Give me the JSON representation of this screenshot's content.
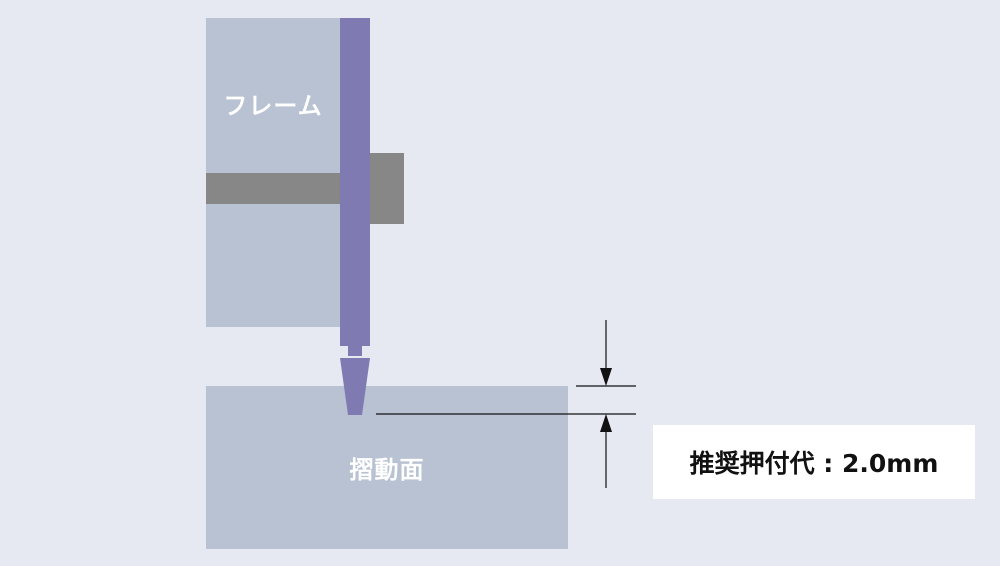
{
  "labels": {
    "frame": "フレーム",
    "sliding_surface": "摺動面",
    "callout": "推奨押付代 : 2.0mm"
  },
  "colors": {
    "background": "#e6e8f2",
    "block": "#b8c2d2",
    "pin": "#7f7bb2",
    "bolt": "#878787",
    "line": "#111111",
    "callout_bg": "#ffffff"
  },
  "icons": {
    "dimension_arrows": "arrow-down-icon / arrow-up-icon"
  }
}
